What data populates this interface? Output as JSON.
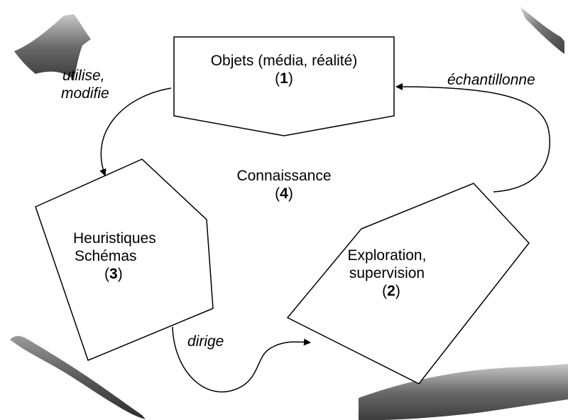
{
  "nodes": {
    "objets": {
      "title": "Objets (média, réalité)",
      "number": "1"
    },
    "exploration": {
      "line1": "Exploration,",
      "line2": "supervision",
      "number": "2"
    },
    "heuristiques": {
      "line1": "Heuristiques",
      "line2": "Schémas",
      "number": "3"
    },
    "connaissance": {
      "title": "Connaissance",
      "number": "4"
    }
  },
  "edges": {
    "utilise": {
      "line1": "utilise,",
      "line2": "modifie"
    },
    "echantillonne": {
      "label": "échantillonne"
    },
    "dirige": {
      "label": "dirige"
    }
  },
  "colors": {
    "stroke": "#000000",
    "ribbon_light": "#b5b5b5",
    "ribbon_dark": "#4a4a4a"
  }
}
